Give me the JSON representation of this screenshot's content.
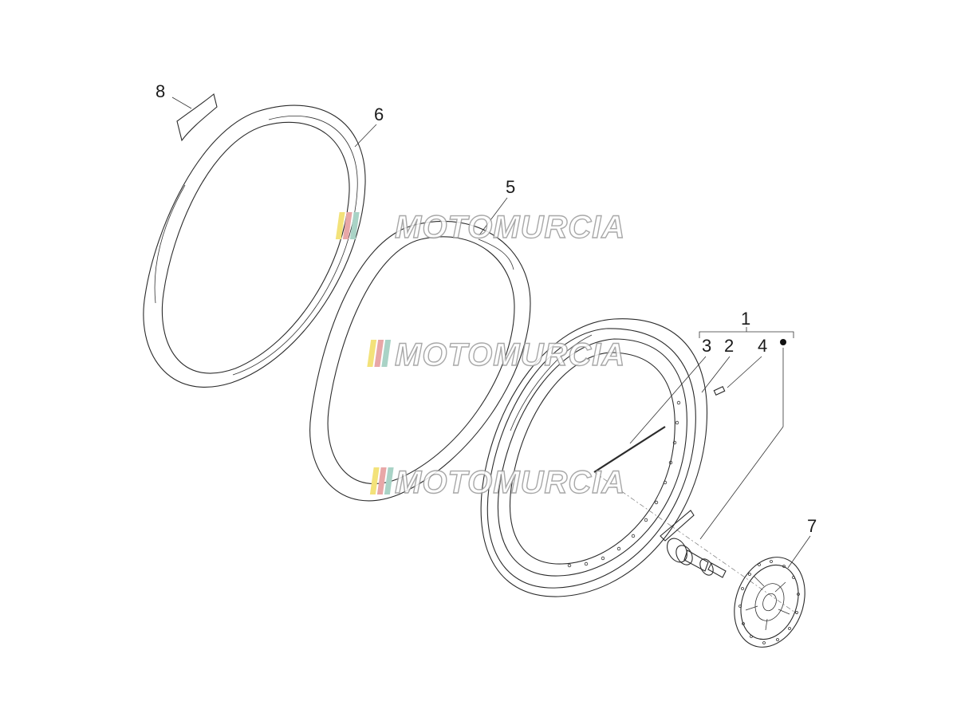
{
  "parts": [
    {
      "id": "1",
      "label": "1"
    },
    {
      "id": "2",
      "label": "2"
    },
    {
      "id": "3",
      "label": "3"
    },
    {
      "id": "4",
      "label": "4"
    },
    {
      "id": "5",
      "label": "5"
    },
    {
      "id": "6",
      "label": "6"
    },
    {
      "id": "7",
      "label": "7"
    },
    {
      "id": "8",
      "label": "8"
    }
  ],
  "watermark": {
    "text": "MOTOMURCIA",
    "colors": [
      "#f3e27a",
      "#e8a7a7",
      "#a9d3c6"
    ]
  },
  "icons": {
    "kit_marker": "filled-dot"
  }
}
